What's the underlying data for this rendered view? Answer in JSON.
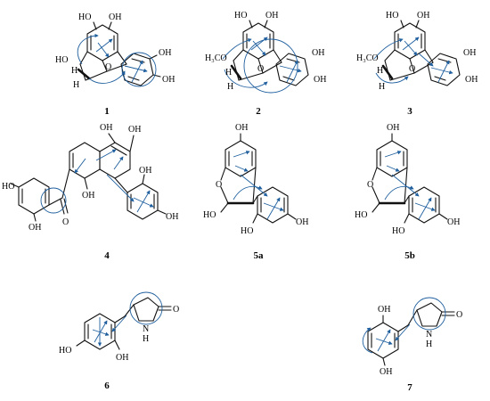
{
  "colors": {
    "bond": "#111111",
    "correlation": "#1f5f9e",
    "background": "#ffffff"
  },
  "compounds": [
    {
      "number": "1",
      "labels": [
        "HO",
        "OH",
        "HO",
        "H",
        "H",
        "O",
        "OH",
        "OH"
      ]
    },
    {
      "number": "2",
      "labels": [
        "HO",
        "OH",
        "H₃CO",
        "H",
        "H",
        "O",
        "OH",
        "OH"
      ]
    },
    {
      "number": "3",
      "labels": [
        "HO",
        "OH",
        "H₃CO",
        "H",
        "H",
        "O",
        "OH",
        "OH"
      ]
    },
    {
      "number": "4",
      "labels": [
        "HO",
        "OH",
        "O",
        "OH",
        "OH",
        "OH",
        "OH",
        "OH"
      ]
    },
    {
      "number": "5a",
      "labels": [
        "OH",
        "O",
        "HO",
        "HO",
        "OH"
      ]
    },
    {
      "number": "5b",
      "labels": [
        "OH",
        "O",
        "HO",
        "HO",
        "OH"
      ]
    },
    {
      "number": "6",
      "labels": [
        "O",
        "N",
        "H",
        "HO",
        "OH"
      ]
    },
    {
      "number": "7",
      "labels": [
        "OH",
        "O",
        "N",
        "H",
        "OH"
      ]
    }
  ]
}
